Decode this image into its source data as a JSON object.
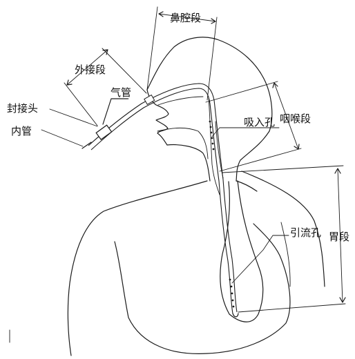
{
  "labels": {
    "nasal_segment": "鼻腔段",
    "external_segment": "外接段",
    "airway": "气管",
    "seal_connector": "封接头",
    "inner_tube": "内管",
    "suction_hole": "吸入孔",
    "pharynx_segment": "咽喉段",
    "drainage_hole": "引流孔",
    "stomach_segment": "胃段"
  }
}
